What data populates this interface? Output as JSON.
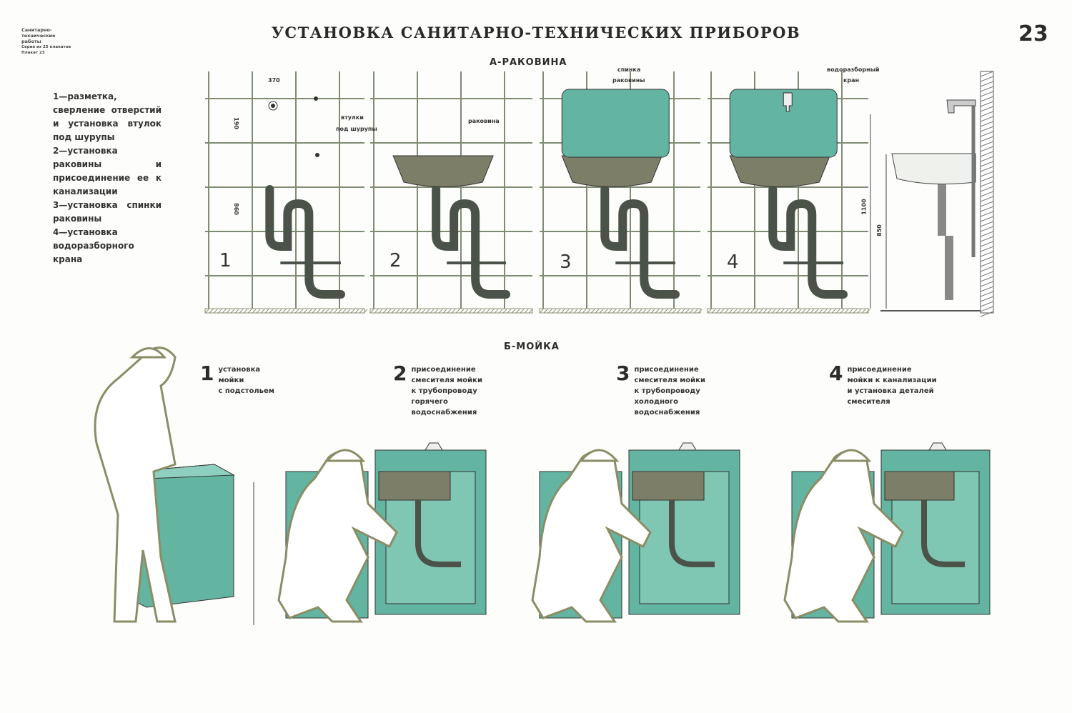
{
  "header": {
    "series_lines": [
      "Санитарно-",
      "технические",
      "работы"
    ],
    "series_note": "Серия из 25 плакатов",
    "poster_label": "Плакат 23",
    "title": "УСТАНОВКА САНИТАРНО-ТЕХНИЧЕСКИХ ПРИБОРОВ",
    "poster_number": "23"
  },
  "section_a": {
    "title": "А-РАКОВИНА",
    "legend": [
      "1—разметка, сверление отверстий и установка втулок под шурупы",
      "2—установка раковины и присоединение ее к канализации",
      "3—установка спинки раковины",
      "4—установка водоразборного крана"
    ],
    "panels": [
      {
        "number": "1",
        "dims": [
          "370",
          "190",
          "860"
        ],
        "labels": [
          "втулки",
          "под шурупы"
        ]
      },
      {
        "number": "2",
        "labels": [
          "раковина"
        ]
      },
      {
        "number": "3",
        "labels": [
          "спинка",
          "раковины"
        ]
      },
      {
        "number": "4",
        "labels": [
          "водоразборный",
          "кран"
        ]
      }
    ],
    "side_view": {
      "dims": [
        "1100",
        "850"
      ]
    }
  },
  "section_b": {
    "title": "Б-МОЙКА",
    "steps": [
      {
        "number": "1",
        "text": [
          "установка",
          "мойки",
          "с подстольем"
        ]
      },
      {
        "number": "2",
        "text": [
          "присоединение",
          "смесителя мойки",
          "к трубопроводу",
          "горячего",
          "водоснабжения"
        ]
      },
      {
        "number": "3",
        "text": [
          "присоединение",
          "смесителя мойки",
          "к трубопроводу",
          "холодного",
          "водоснабжения"
        ]
      },
      {
        "number": "4",
        "text": [
          "присоединение",
          "мойки к канализации",
          "и установка деталей",
          "смесителя"
        ]
      }
    ]
  },
  "colors": {
    "teal": "#63b5a2",
    "pipe": "#4b524a",
    "tile": "#7f8c74",
    "line": "#8a8f72"
  }
}
